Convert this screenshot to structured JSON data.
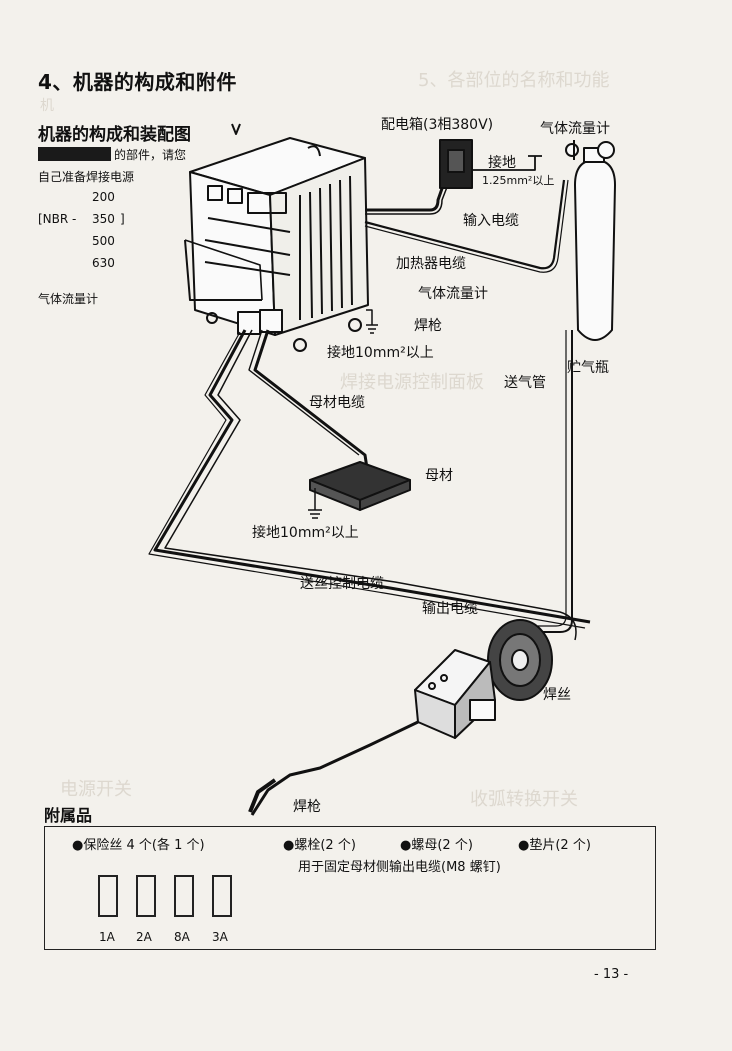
{
  "page": {
    "section_title": "4、机器的构成和附件",
    "sub_title": "机器的构成和装配图",
    "note_line1": "的部件，请您",
    "note_line2": "自己准备焊接电源",
    "models": [
      "200",
      "350",
      "500",
      "630"
    ],
    "model_prefix": "[NBR -",
    "model_suffix": "]",
    "left_gas_label": "气体流量计",
    "page_number": "- 13 -"
  },
  "diagram_labels": {
    "distribution_box": "配电箱(3相380V)",
    "gas_flowmeter_top": "气体流量计",
    "ground_box": "接地",
    "ground_box_size": "1.25mm²以上",
    "input_cable": "输入电缆",
    "heater_cable": "加热器电缆",
    "gas_flowmeter_mid": "气体流量计",
    "torch_top": "焊枪",
    "ground_machine": "接地10mm²以上",
    "gas_cylinder": "贮气瓶",
    "gas_hose": "送气管",
    "base_cable": "母材电缆",
    "base_metal": "母材",
    "ground_base": "接地10mm²以上",
    "wire_feed_control_cable": "送丝控制电缆",
    "output_cable": "输出电缆",
    "welding_wire": "焊丝",
    "torch_bottom": "焊枪"
  },
  "accessories": {
    "title": "附属品",
    "items": [
      "●保险丝 4 个(各 1 个)",
      "●螺栓(2 个)",
      "●螺母(2 个)",
      "●垫片(2 个)"
    ],
    "purpose": "用于固定母材侧输出电缆(M8 螺钉)",
    "fuses": [
      "1A",
      "2A",
      "8A",
      "3A"
    ]
  },
  "colors": {
    "ink": "#111111",
    "paper": "#f3f1ec",
    "ghost": "#ddd8cf"
  }
}
